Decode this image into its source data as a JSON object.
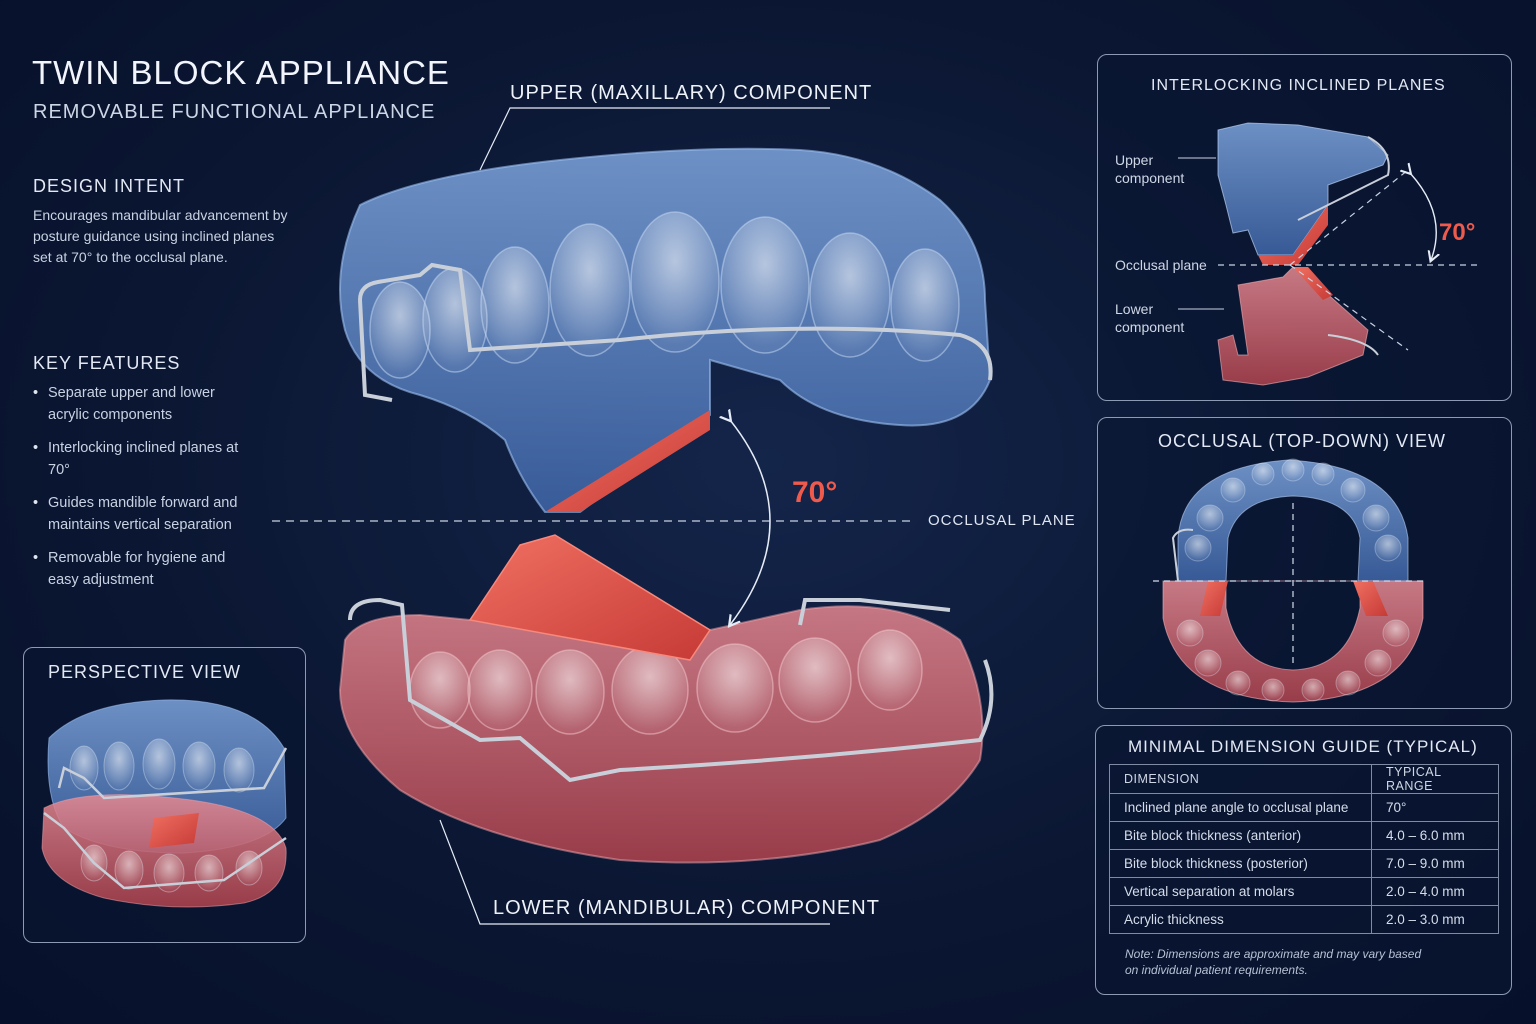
{
  "header": {
    "title": "TWIN BLOCK APPLIANCE",
    "subtitle": "REMOVABLE FUNCTIONAL APPLIANCE"
  },
  "design_intent": {
    "title": "DESIGN INTENT",
    "text": "Encourages mandibular advancement by posture guidance using inclined planes set at 70° to the occlusal plane."
  },
  "key_features": {
    "title": "KEY FEATURES",
    "items": [
      "Separate upper and lower acrylic components",
      "Interlocking inclined planes at 70°",
      "Guides mandible forward and maintains vertical separation",
      "Removable for hygiene and easy adjustment"
    ]
  },
  "perspective": {
    "title": "PERSPECTIVE VIEW"
  },
  "main": {
    "upper_label": "UPPER (MAXILLARY) COMPONENT",
    "lower_label": "LOWER (MANDIBULAR) COMPONENT",
    "plane_label": "OCCLUSAL PLANE",
    "angle": "70°"
  },
  "inclined_panel": {
    "title": "INTERLOCKING INCLINED PLANES",
    "upper": "Upper\ncomponent",
    "plane": "Occlusal plane",
    "lower": "Lower\ncomponent",
    "angle": "70°"
  },
  "occlusal_panel": {
    "title": "OCCLUSAL (TOP-DOWN) VIEW"
  },
  "dimension_guide": {
    "title": "MINIMAL DIMENSION GUIDE (TYPICAL)",
    "headers": [
      "DIMENSION",
      "TYPICAL RANGE"
    ],
    "rows": [
      [
        "Inclined plane angle to occlusal plane",
        "70°"
      ],
      [
        "Bite block thickness (anterior)",
        "4.0 – 6.0 mm"
      ],
      [
        "Bite block thickness (posterior)",
        "7.0 – 9.0 mm"
      ],
      [
        "Vertical separation at molars",
        "2.0 – 4.0 mm"
      ],
      [
        "Acrylic thickness",
        "2.0 – 3.0 mm"
      ]
    ],
    "note": "Note: Dimensions are approximate and may vary based on individual patient requirements."
  },
  "colors": {
    "upper_acrylic": "#5b86c9",
    "lower_acrylic": "#d96470",
    "inclined_plane": "#e8554a",
    "accent_angle": "#ef5a4c",
    "background": "#0b1733"
  }
}
